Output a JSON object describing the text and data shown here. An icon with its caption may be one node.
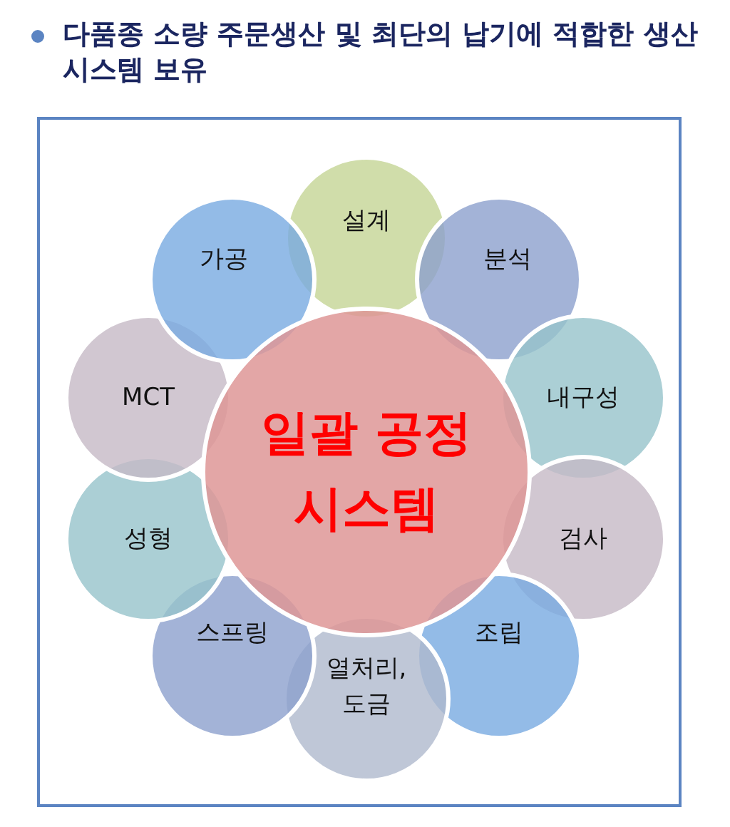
{
  "diagram": {
    "title": "다품종 소량 주문생산 및 최단의 납기에 적합한 생산시스템 보유",
    "nodes": [
      {
        "text": [
          "일괄 공정 시스템"
        ]
      },
      {
        "text": [
          "설계"
        ]
      },
      {
        "text": [
          "분석"
        ]
      },
      {
        "text": [
          "내구성"
        ]
      },
      {
        "text": [
          "검사"
        ]
      },
      {
        "text": [
          "조립"
        ]
      },
      {
        "text": [
          "열처리, 도금"
        ]
      },
      {
        "text": [
          "스프링"
        ]
      },
      {
        "text": [
          "성형"
        ]
      },
      {
        "text": [
          "MCT"
        ]
      },
      {
        "text": [
          "가공"
        ]
      }
    ]
  }
}
